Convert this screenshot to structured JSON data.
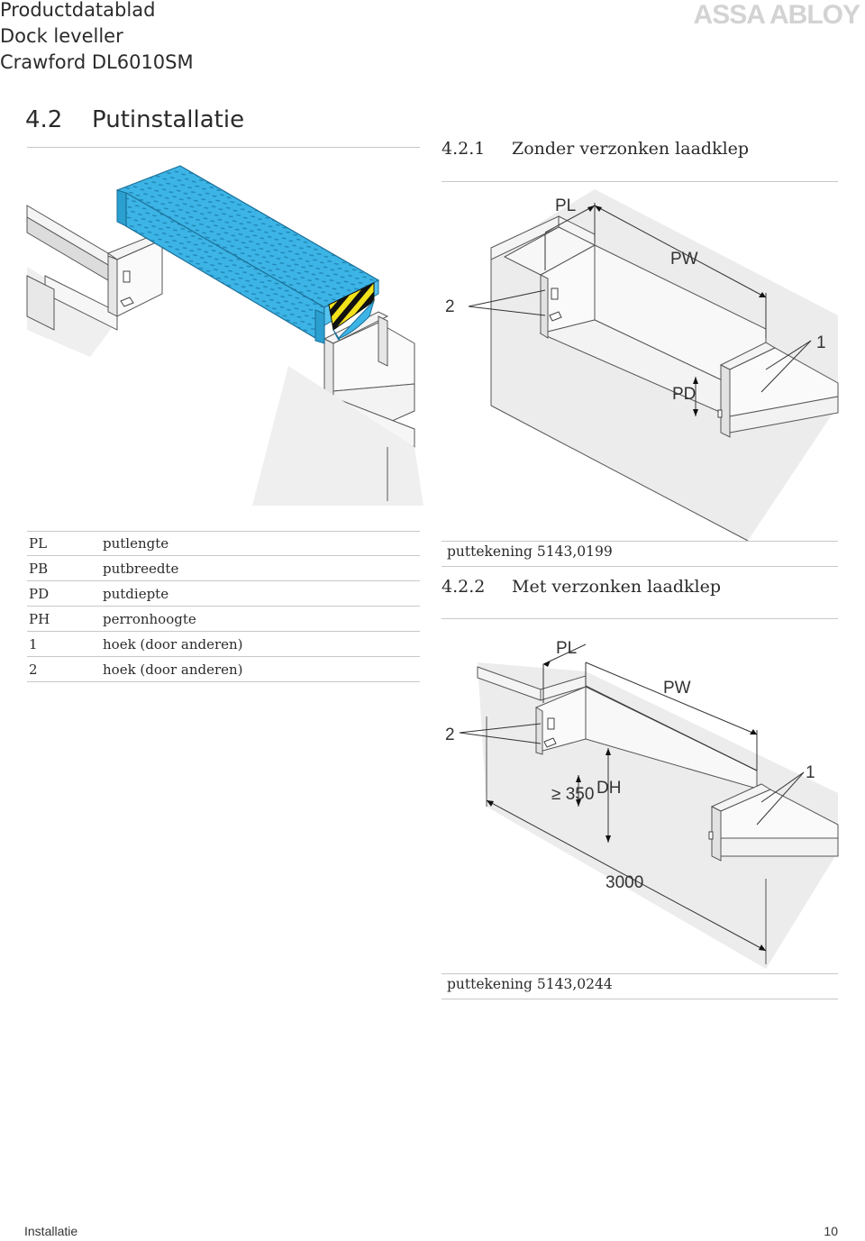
{
  "header": {
    "line1": "Productdatablad",
    "line2": "Dock leveller",
    "line3": "Crawford DL6010SM",
    "brand": "ASSA ABLOY"
  },
  "section": {
    "number": "4.2",
    "title": "Putinstallatie"
  },
  "sub1": {
    "number": "4.2.1",
    "title": "Zonder verzonken laadklep",
    "caption": "puttekening 5143,0199"
  },
  "sub2": {
    "number": "4.2.2",
    "title": "Met verzonken laadklep",
    "caption": "puttekening 5143,0244"
  },
  "legend": [
    {
      "key": "PL",
      "value": "putlengte"
    },
    {
      "key": "PB",
      "value": "putbreedte"
    },
    {
      "key": "PD",
      "value": "putdiepte"
    },
    {
      "key": "PH",
      "value": "perronhoogte"
    },
    {
      "key": "1",
      "value": "hoek (door anderen)"
    },
    {
      "key": "2",
      "value": "hoek (door anderen)"
    }
  ],
  "figure1_labels": {
    "pl": "PL",
    "pw": "PW",
    "pd": "PD",
    "one": "1",
    "two": "2"
  },
  "figure2_labels": {
    "pl": "PL",
    "pw": "PW",
    "dh": "DH",
    "min": "≥ 350",
    "one": "1",
    "two": "2",
    "len": "3000"
  },
  "footer": {
    "left": "Installatie",
    "right": "10"
  },
  "colors": {
    "leveller": "#3cb4e5",
    "leveller_dark": "#1b8fc0",
    "hazard_yellow": "#f2e21a",
    "line": "#333333",
    "ground": "#ececec"
  }
}
